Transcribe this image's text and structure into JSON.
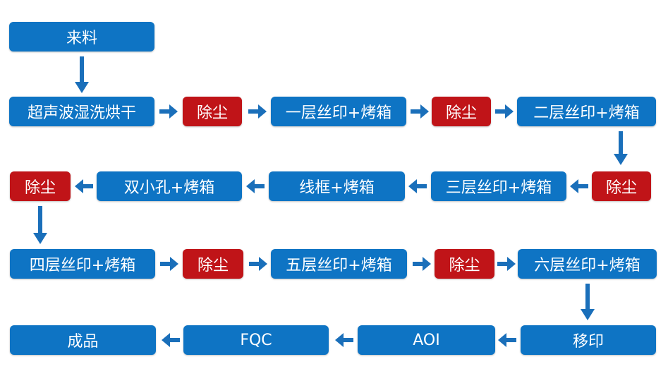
{
  "colors": {
    "blue": "#0e74c4",
    "red": "#c01418",
    "arrow": "#1a6fba"
  },
  "steps": {
    "s0": "来料",
    "r1_1": "超声波湿洗烘干",
    "r1_2": "除尘",
    "r1_3": "一层丝印+烤箱",
    "r1_4": "除尘",
    "r1_5": "二层丝印+烤箱",
    "r2_1": "除尘",
    "r2_2": "三层丝印+烤箱",
    "r2_3": "线框+烤箱",
    "r2_4": "双小孔+烤箱",
    "r2_5": "除尘",
    "r3_1": "四层丝印+烤箱",
    "r3_2": "除尘",
    "r3_3": "五层丝印+烤箱",
    "r3_4": "除尘",
    "r3_5": "六层丝印+烤箱",
    "r4_1": "移印",
    "r4_2": "AOI",
    "r4_3": "FQC",
    "r4_4": "成品"
  }
}
